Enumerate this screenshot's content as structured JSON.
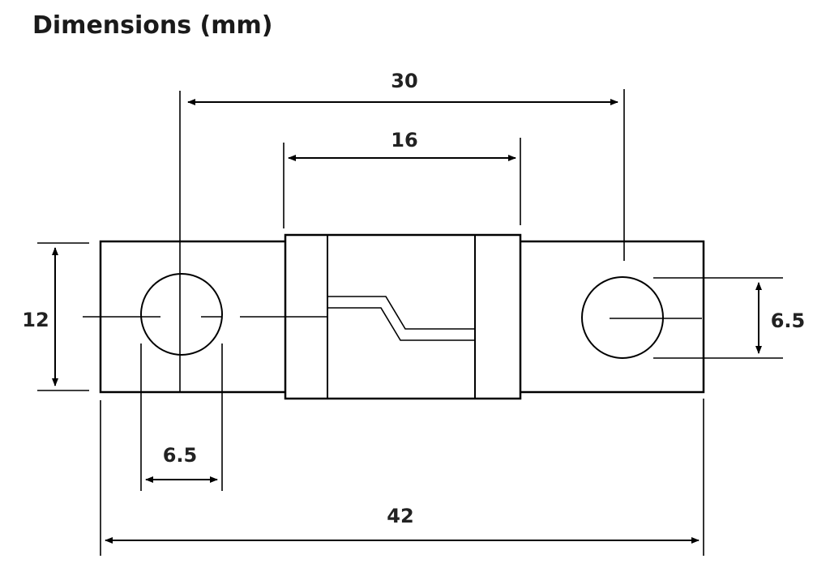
{
  "title": "Dimensions (mm)",
  "dimensions": {
    "center_spacing": "30",
    "body_length": "16",
    "total_length": "42",
    "width": "12",
    "hole_left": "6.5",
    "hole_right": "6.5"
  },
  "colors": {
    "line": "#000000",
    "text": "#222222",
    "background": "#ffffff"
  }
}
